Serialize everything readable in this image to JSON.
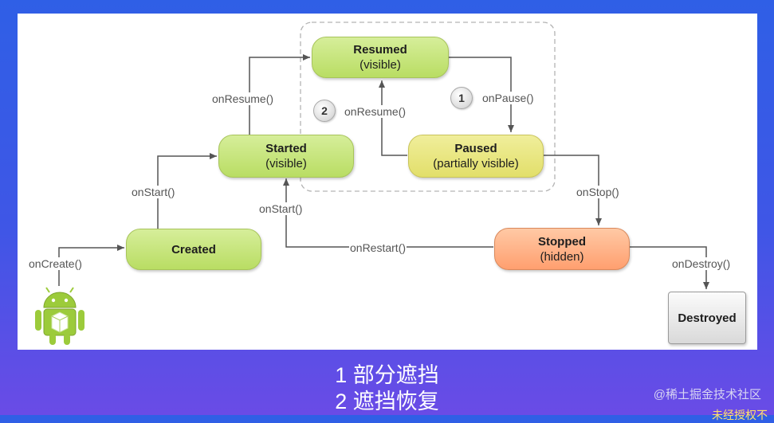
{
  "states": {
    "resumed": {
      "name": "Resumed",
      "sub": "(visible)"
    },
    "started": {
      "name": "Started",
      "sub": "(visible)"
    },
    "paused": {
      "name": "Paused",
      "sub": "(partially visible)"
    },
    "created": {
      "name": "Created"
    },
    "stopped": {
      "name": "Stopped",
      "sub": "(hidden)"
    },
    "destroyed": {
      "name": "Destroyed"
    }
  },
  "callbacks": {
    "on_resume_left": "onResume()",
    "on_resume_inner": "onResume()",
    "on_pause": "onPause()",
    "on_start_top": "onStart()",
    "on_start_bottom": "onStart()",
    "on_stop": "onStop()",
    "on_restart": "onRestart()",
    "on_create": "onCreate()",
    "on_destroy": "onDestroy()"
  },
  "badges": {
    "one": "1",
    "two": "2"
  },
  "caption": {
    "line1": "1 部分遮挡",
    "line2": "2 遮挡恢复"
  },
  "watermark": {
    "text": "@稀土掘金技术社区",
    "tail": "未经授权不"
  },
  "colors": {
    "background": "#3f56e6",
    "green_state": "#b9dd63",
    "paused_state": "#e2df6a",
    "stopped_state": "#ff9f6f",
    "arrow": "#555555"
  },
  "icons": {
    "android": "android-robot-icon"
  }
}
